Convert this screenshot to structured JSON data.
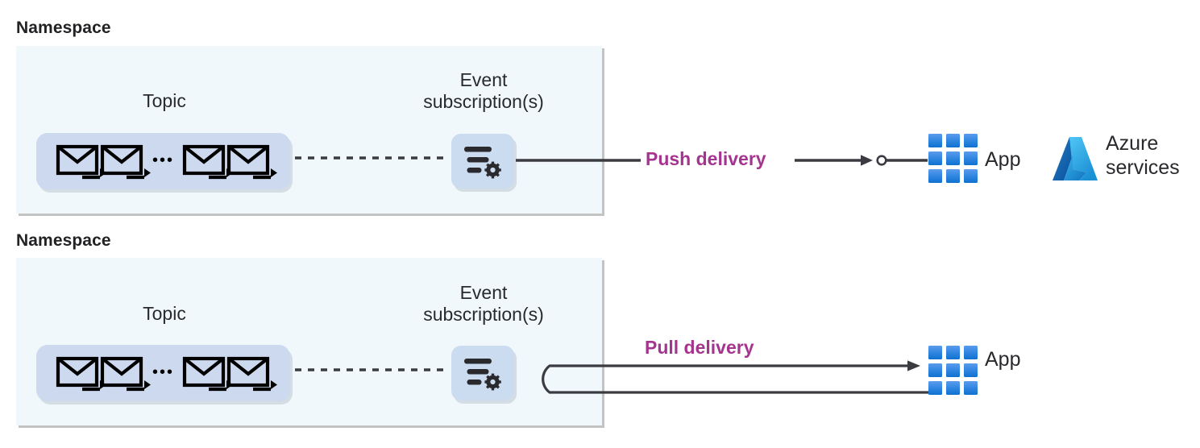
{
  "diagram": {
    "title_semantic": "azure-event-grid-push-and-pull-delivery",
    "colors": {
      "namespace_fill": "#f1f8fc",
      "namespace_shadow": "#c3c3c3",
      "topic_fill": "#ccd9ef",
      "subscription_fill": "#ccdcf0",
      "delivery_text": "#a5348e",
      "line": "#3b3b42",
      "app_icon_light": "#5b9bed",
      "app_icon_mid": "#2f86e0",
      "app_icon_dark": "#1378d4",
      "azure_light": "#45c3f3",
      "azure_dark": "#0f5aa8",
      "text": "#2a2a2e"
    },
    "rows": [
      {
        "namespace_label": "Namespace",
        "topic_label": "Topic",
        "subscription_label": "Event\nsubscription(s)",
        "delivery_label": "Push delivery",
        "app_label": "App",
        "envelope_count": 4,
        "ellipsis": "•••",
        "connector_style": "dashed",
        "arrow_style": "straight-with-endpoint-circle",
        "extra": {
          "azure_label": "Azure\nservices"
        }
      },
      {
        "namespace_label": "Namespace",
        "topic_label": "Topic",
        "subscription_label": "Event\nsubscription(s)",
        "delivery_label": "Pull delivery",
        "app_label": "App",
        "envelope_count": 4,
        "ellipsis": "•••",
        "connector_style": "dashed",
        "arrow_style": "u-turn-loop"
      }
    ],
    "icons": {
      "envelope": "envelope-with-arrow-icon",
      "subscription": "filter-settings-icon",
      "app": "app-grid-icon",
      "azure": "azure-logo-icon"
    }
  }
}
